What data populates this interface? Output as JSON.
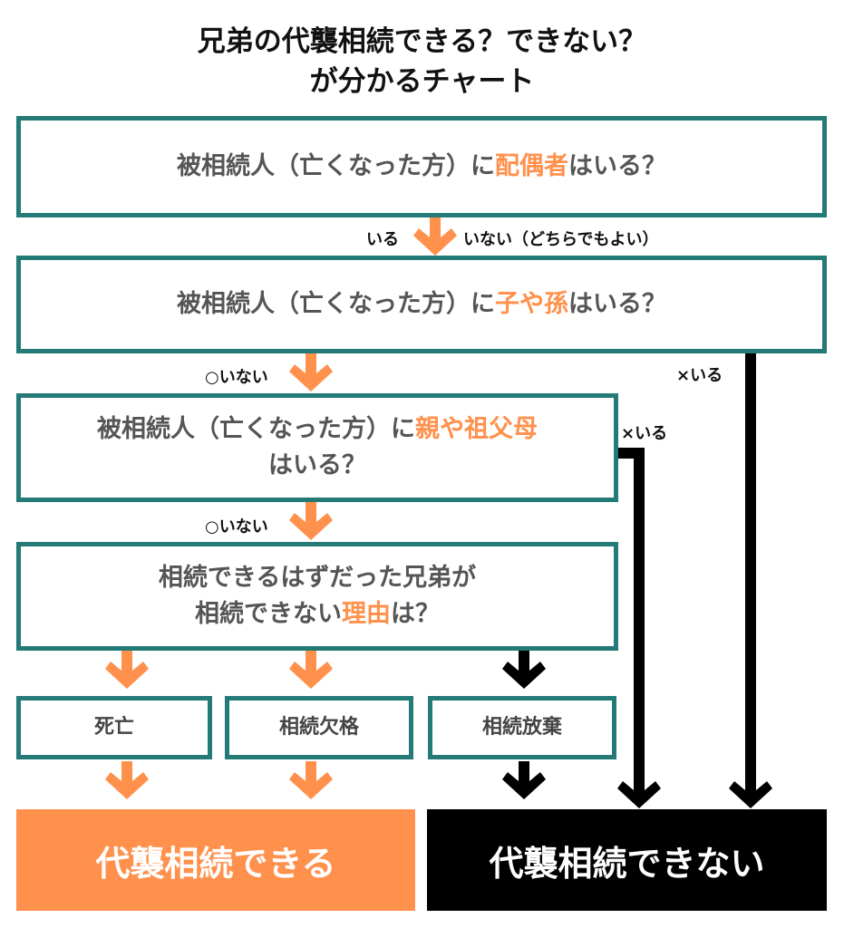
{
  "title": {
    "line1": "兄弟の代襲相続できる？できない？",
    "line2": "が分かるチャート"
  },
  "q1": {
    "pre": "被相続人（亡くなった方）に",
    "hl": "配偶者",
    "post": "はいる？"
  },
  "q1_labels": {
    "yes": "いる",
    "no": "いない（どちらでもよい）"
  },
  "q2": {
    "pre": "被相続人（亡くなった方）に",
    "hl": "子や孫",
    "post": "はいる？"
  },
  "q2_labels": {
    "no": "○いない",
    "yes": "×いる"
  },
  "q3": {
    "pre": "被相続人（亡くなった方）に",
    "hl": "親や祖父母",
    "post": "はいる？"
  },
  "q3_labels": {
    "no": "○いない",
    "yes": "×いる"
  },
  "q4": {
    "line1": "相続できるはずだった兄弟が",
    "pre": "相続できない",
    "hl": "理由",
    "post": "は？"
  },
  "reasons": [
    "死亡",
    "相続欠格",
    "相続放棄"
  ],
  "results": {
    "can": "代襲相続できる",
    "cannot": "代襲相続できない"
  },
  "colors": {
    "teal": "#237a76",
    "orange": "#ff914d",
    "black": "#000000"
  }
}
